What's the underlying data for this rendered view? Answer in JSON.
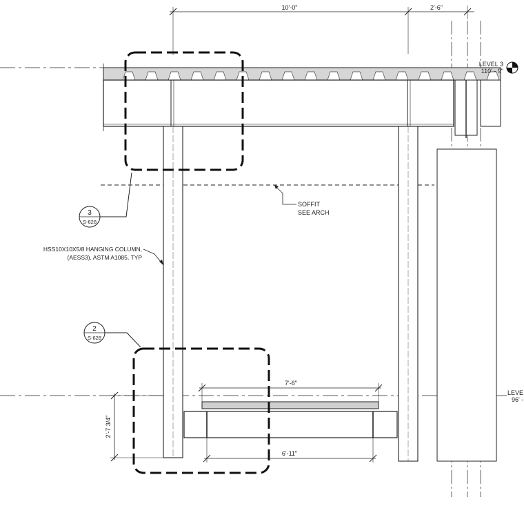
{
  "dimensions": {
    "top_span": "10'-0\"",
    "top_right": "2'-6\"",
    "beam_width": "7'-6\"",
    "bottom_span": "6'-11\"",
    "vertical": "2'-7 3/4\""
  },
  "levels": {
    "level3_name": "LEVEL 3",
    "level3_elev": "110' - 9\"",
    "lower_name": "LEVE",
    "lower_elev": "96' -"
  },
  "callouts": {
    "detail3_number": "3",
    "detail3_sheet": "S-628",
    "detail2_number": "2",
    "detail2_sheet": "S-628"
  },
  "notes": {
    "soffit_line1": "SOFFIT",
    "soffit_line2": "SEE ARCH",
    "column_line1": "HSS10X10X5/8 HANGING COLUMN,",
    "column_line2": "(AESS3), ASTM A1085, TYP"
  }
}
